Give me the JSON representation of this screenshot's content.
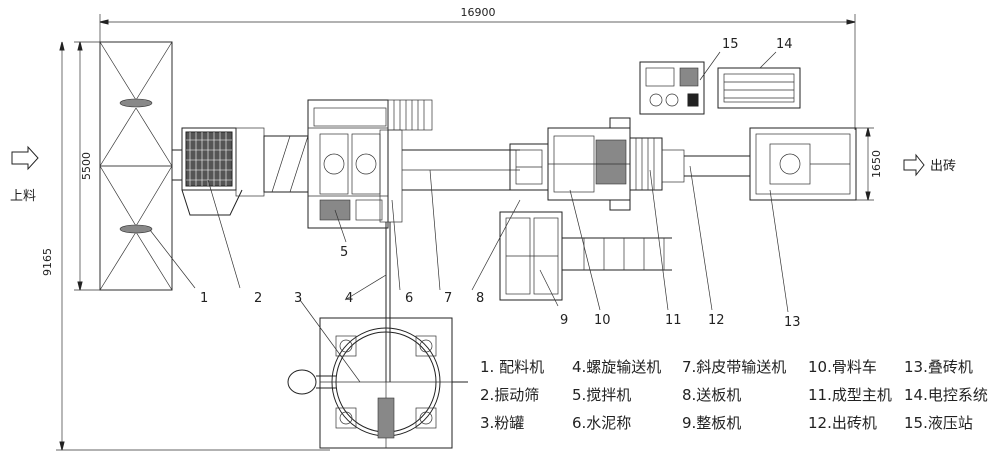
{
  "dimensions": {
    "total_length": "16900",
    "height_5500": "5500",
    "height_9165": "9165",
    "width_1650": "1650"
  },
  "flow": {
    "input_label": "上料",
    "output_label": "出砖"
  },
  "callout_numbers": [
    "1",
    "2",
    "3",
    "4",
    "5",
    "6",
    "7",
    "8",
    "9",
    "10",
    "11",
    "12",
    "13",
    "14",
    "15"
  ],
  "legend": [
    "1. 配料机",
    "2.振动筛",
    "3.粉罐",
    "4.螺旋输送机",
    "5.搅拌机",
    "6.水泥称",
    "7.斜皮带输送机",
    "8.送板机",
    "9.整板机",
    "10.骨料车",
    "11.成型主机",
    "12.出砖机",
    "13.叠砖机",
    "14.电控系统",
    "15.液压站"
  ]
}
